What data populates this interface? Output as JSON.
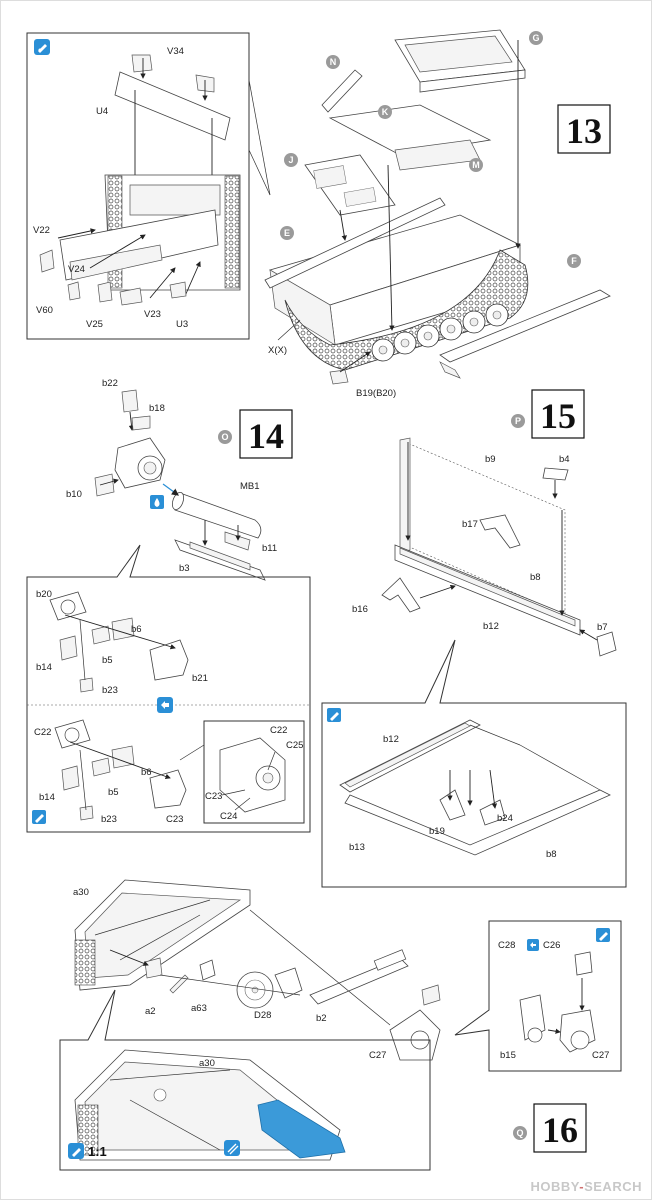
{
  "colors": {
    "accent_blue": "#2a8fd6",
    "cutout_blue": "#3b9ad9",
    "subassembly_circle": "#9a9a9a",
    "watermark": "#c8c8c8"
  },
  "steps": {
    "s13": {
      "number": "13"
    },
    "s14": {
      "number": "14",
      "subassembly": "O"
    },
    "s15": {
      "number": "15",
      "subassembly": "P"
    },
    "s16": {
      "number": "16",
      "subassembly": "Q"
    }
  },
  "step13": {
    "inset_labels": [
      "V34",
      "U4",
      "V22",
      "V24",
      "V60",
      "V25",
      "V23",
      "U3"
    ],
    "main_labels": [
      "X(X)",
      "B19(B20)"
    ],
    "subassembly_tags": [
      "N",
      "G",
      "K",
      "M",
      "J",
      "E",
      "F"
    ]
  },
  "step14": {
    "labels": [
      "b22",
      "b18",
      "b10",
      "MB1",
      "b11",
      "b3"
    ],
    "detail_labels_top": [
      "b20",
      "b6",
      "b14",
      "b5",
      "b21",
      "b23"
    ],
    "detail_labels_bottom": [
      "C22",
      "b6",
      "b14",
      "b5",
      "b23",
      "C23"
    ],
    "zoom_labels": [
      "C22",
      "C25",
      "C23",
      "C24"
    ]
  },
  "step15": {
    "labels": [
      "b9",
      "b4",
      "b17",
      "b8",
      "b16",
      "b12",
      "b7"
    ],
    "detail_labels": [
      "b12",
      "b24",
      "b19",
      "b13",
      "b8"
    ]
  },
  "step16": {
    "labels": [
      "a30",
      "a2",
      "a63",
      "D28",
      "b2",
      "C27"
    ],
    "detail_labels": [
      "C28",
      "C26",
      "b15",
      "C27"
    ],
    "inset_label": "a30",
    "scale_text": "1:1"
  },
  "icons": [
    "glue-icon",
    "paint-icon",
    "option-icon",
    "cut-icon"
  ],
  "watermark": {
    "prefix": "HOBBY",
    "suffix": "SEARCH"
  }
}
